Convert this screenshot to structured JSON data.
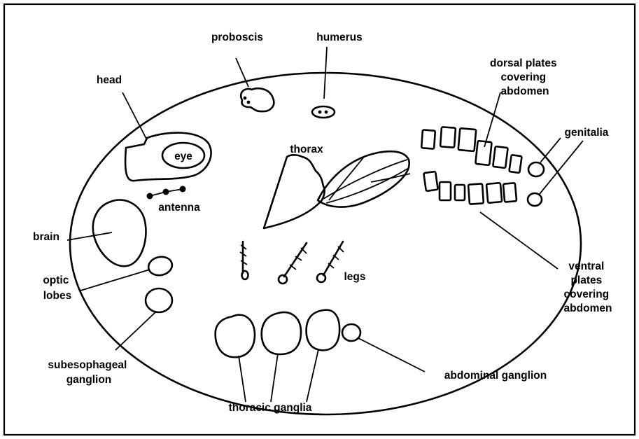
{
  "labels": {
    "proboscis": "proboscis",
    "humerus": "humerus",
    "head": "head",
    "eye": "eye",
    "antenna": "antenna",
    "brain": "brain",
    "optic_lobes": [
      "optic",
      "lobes"
    ],
    "subesophageal_ganglion": [
      "subesophageal",
      "ganglion"
    ],
    "thorax": "thorax",
    "legs": "legs",
    "thoracic_ganglia": "thoracic ganglia",
    "abdominal_ganglion": "abdominal ganglion",
    "dorsal_plates": [
      "dorsal plates",
      "covering",
      "abdomen"
    ],
    "genitalia": "genitalia",
    "ventral_plates": [
      "ventral",
      "plates",
      "covering",
      "abdomen"
    ]
  }
}
